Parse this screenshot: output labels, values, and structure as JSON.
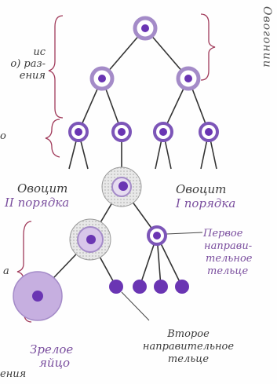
{
  "colors": {
    "purple": "#6a35b3",
    "lilac": "#cdb6e3",
    "ring": "#a48bc8",
    "bracket": "#a03a5a",
    "line": "#333333",
    "gray_dots": "#cfcfcf"
  },
  "labels": {
    "ovogonii": "Овогонии",
    "left_top_1": "ис",
    "left_top_2": "о) раз-",
    "left_top_3": "ения",
    "left_mid": "о",
    "left_low": "а",
    "ovocit2_1": "Овоцит",
    "ovocit2_2": "II порядка",
    "ovocit1_1": "Овоцит",
    "ovocit1_2": "I порядка",
    "first_polar_1": "Первое",
    "first_polar_2": "направи-",
    "first_polar_3": "тельное",
    "first_polar_4": "тельце",
    "second_polar_1": "Второе",
    "second_polar_2": "направительное",
    "second_polar_3": "тельце",
    "mature_1": "Зрелое",
    "mature_2": "яйцо",
    "bottom_left": "ения"
  }
}
